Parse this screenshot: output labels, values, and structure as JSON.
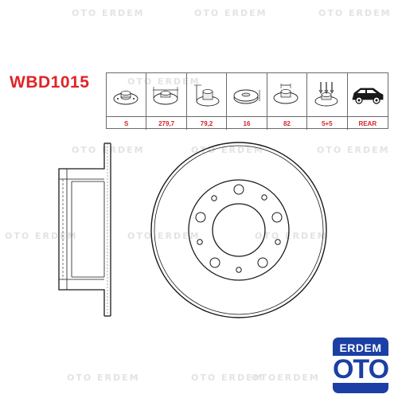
{
  "watermark_text": "OTO ERDEM",
  "watermark_text_alt": "OTOERDEM",
  "part_code": "WBD1015",
  "spec_table": {
    "icons": [
      "disc-type-icon",
      "diameter-icon",
      "height-icon",
      "thickness-icon",
      "center-bore-icon",
      "holes-icon",
      "car-rear-icon"
    ],
    "values": [
      "S",
      "279,7",
      "79,2",
      "16",
      "82",
      "5+5",
      "REAR"
    ]
  },
  "logo": {
    "top": "ERDEM",
    "bottom": "OTO",
    "color": "#1b3fa4"
  },
  "accent_color": "#e02427"
}
